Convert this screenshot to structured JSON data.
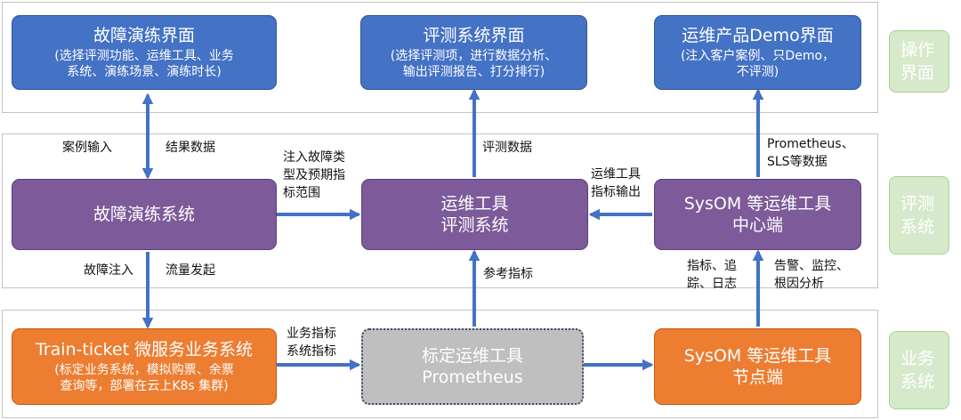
{
  "bands": {
    "operation": "操作界面",
    "evaluation": "评测系统",
    "business": "业务系统"
  },
  "boxes": {
    "fault_ui": {
      "title": "故障演练界面",
      "sub1": "(选择评测功能、运维工具、业务",
      "sub2": "系统、演练场景、演练时长)"
    },
    "eval_ui": {
      "title": "评测系统界面",
      "sub1": "(选择评测项，进行数据分析、",
      "sub2": "输出评测报告、打分排行)"
    },
    "demo_ui": {
      "title": "运维产品Demo界面",
      "sub1": "(注入客户案例、只Demo，",
      "sub2": "不评测)"
    },
    "fault_sys": {
      "title": "故障演练系统"
    },
    "eval_sys": {
      "line1": "运维工具",
      "line2": "评测系统"
    },
    "sysom_center": {
      "line1": "SysOM 等运维工具",
      "line2": "中心端"
    },
    "train": {
      "title": "Train-ticket 微服务业务系统",
      "sub1": "(标定业务系统，模拟购票、余票",
      "sub2": "查询等，部署在云上K8s 集群)"
    },
    "prometheus": {
      "line1": "标定运维工具",
      "line2": "Prometheus"
    },
    "sysom_node": {
      "line1": "SysOM 等运维工具",
      "line2": "节点端"
    }
  },
  "labels": {
    "case_input": "案例输入",
    "result_data": "结果数据",
    "inject_1": "注入故障类",
    "inject_2": "型及预期指",
    "inject_3": "标范围",
    "eval_data": "评测数据",
    "prom_sls_1": "Prometheus、",
    "prom_sls_2": "SLS等数据",
    "tool_metric_1": "运维工具",
    "tool_metric_2": "指标输出",
    "fault_inject": "故障注入",
    "traffic": "流量发起",
    "ref_metric": "参考指标",
    "metric_trace_1": "指标、追",
    "metric_trace_2": "踪、日志",
    "alarm_1": "告警、监控、",
    "alarm_2": "根因分析",
    "biz_metric_1": "业务指标",
    "biz_metric_2": "系统指标"
  },
  "colors": {
    "blue": "#4472c4",
    "purple": "#7d5a99",
    "orange": "#ed7d31",
    "gray": "#bfbfbf",
    "green_side": "#d6eacb",
    "arrow": "#4472c4"
  }
}
